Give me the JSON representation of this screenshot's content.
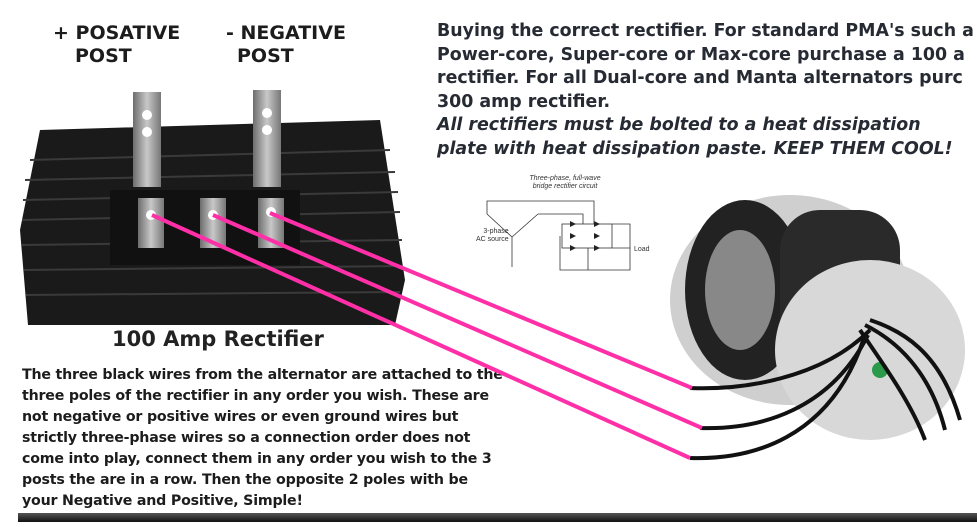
{
  "labels": {
    "positive_post": [
      "+ POSATIVE",
      "POST"
    ],
    "negative_post": [
      "- NEGATIVE",
      "POST"
    ],
    "rectifier_title": "100 Amp Rectifier"
  },
  "instructions": "The three black wires from the alternator are attached to the three poles of the rectifier in any order you wish. These are not negative or positive wires or even ground wires but strictly three-phase wires so a connection order does not come into play, connect them in any order you wish to the 3 posts the are in a row.  Then the opposite 2 poles with be your Negative and Positive, Simple!",
  "buying": {
    "lines": [
      "Buying the correct rectifier.  For standard PMA's such a",
      "Power-core, Super-core or Max-core purchase a 100 a",
      "rectifier.  For all Dual-core and Manta alternators purc",
      "300 amp rectifier."
    ],
    "warning_lines": [
      "All rectifiers must be bolted to a heat dissipation",
      "plate with heat dissipation paste. KEEP THEM COOL!"
    ]
  },
  "circuit": {
    "caption": [
      "Three-phase, full-wave",
      "bridge rectifier circuit"
    ],
    "source_label": [
      "3-phase",
      "AC source"
    ],
    "load_label": "Load"
  },
  "colors": {
    "wire": "#ff2fa8",
    "heatsink": "#1a1a1a",
    "tab": "#9a9a9a"
  }
}
